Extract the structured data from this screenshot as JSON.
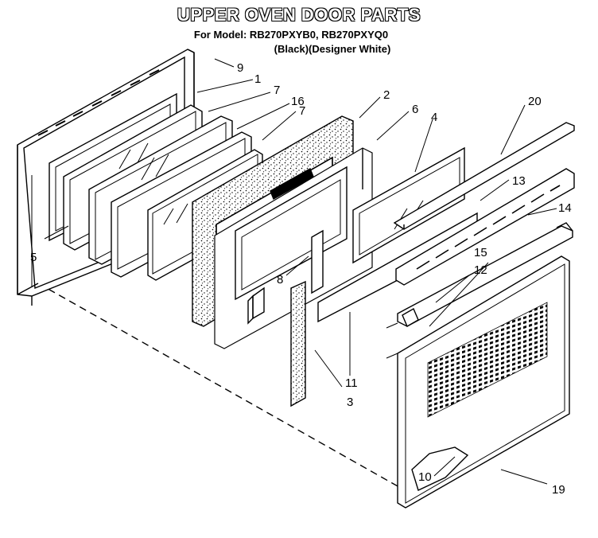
{
  "header": {
    "title": "UPPER OVEN DOOR PARTS",
    "model_line": "For Model: RB270PXYB0, RB270PXYQ0",
    "finish_line": "(Black)(Designer White)"
  },
  "callouts": [
    "9",
    "1",
    "7",
    "16",
    "7",
    "2",
    "6",
    "4",
    "20",
    "13",
    "14",
    "15",
    "12",
    "5",
    "8",
    "11",
    "3",
    "10",
    "19"
  ],
  "colors": {
    "ink": "#000000",
    "paper": "#ffffff",
    "insulation": "#d8d8d8"
  }
}
